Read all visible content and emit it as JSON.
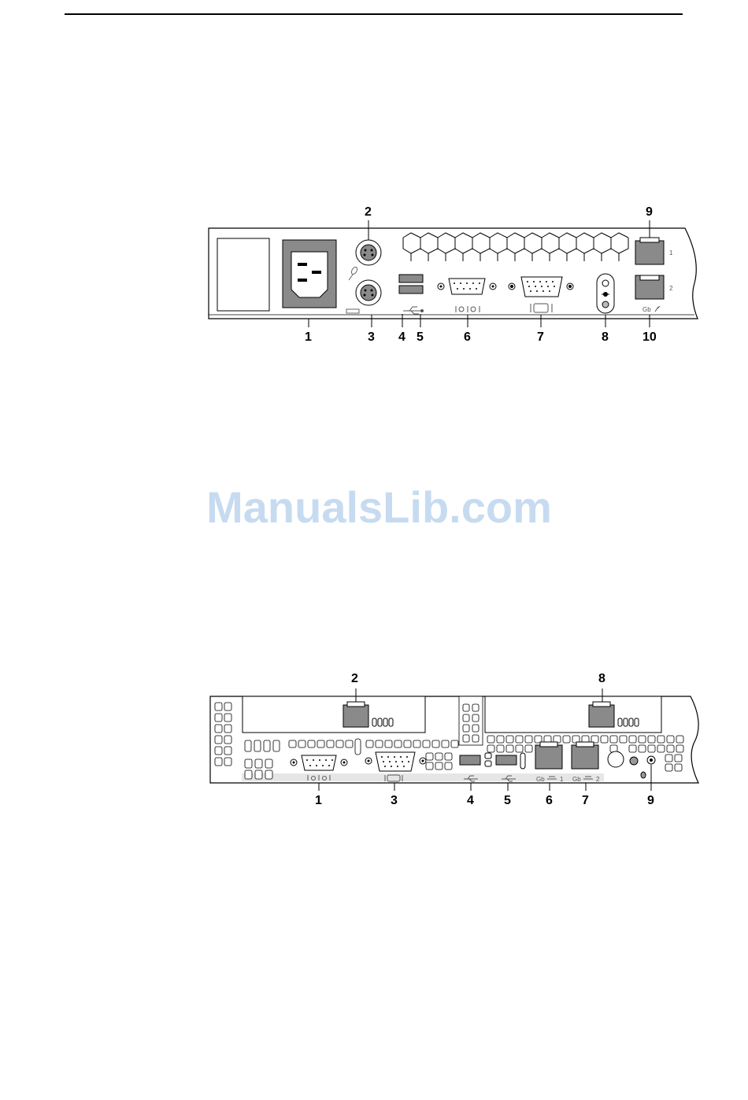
{
  "watermark": "ManualsLib.com",
  "figure1": {
    "callouts": [
      "1",
      "2",
      "3",
      "4",
      "5",
      "6",
      "7",
      "8",
      "9",
      "10"
    ],
    "port_numbers": [
      "1",
      "2"
    ],
    "lan_label": "Gb"
  },
  "figure2": {
    "callouts": [
      "1",
      "2",
      "3",
      "4",
      "5",
      "6",
      "7",
      "8",
      "9"
    ],
    "lan1_label": "Gb",
    "lan1_number": "1",
    "lan2_label": "Gb",
    "lan2_number": "2"
  },
  "icons": [
    "power-inlet-icon",
    "mouse-icon",
    "keyboard-icon",
    "usb-icon",
    "serial-icon",
    "vga-icon",
    "id-led-icon",
    "lan-icon"
  ]
}
